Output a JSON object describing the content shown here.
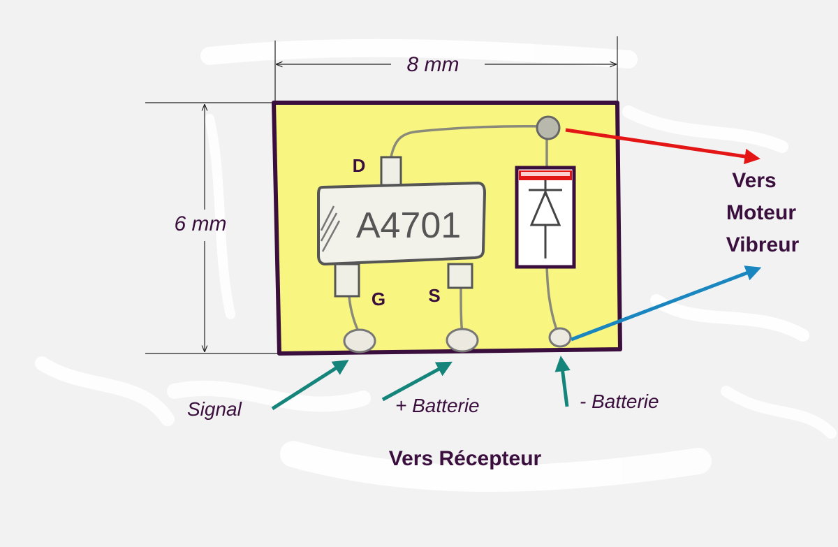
{
  "colors": {
    "board": "#f8f580",
    "outline": "#3a0f3d",
    "text": "#3a0f3d",
    "red_arrow": "#e31515",
    "blue_arrow": "#1a86bf",
    "teal_arrow": "#15857c",
    "background": "#f2f2f2"
  },
  "dimensions": {
    "width_label": "8 mm",
    "height_label": "6 mm"
  },
  "pins": {
    "drain": "D",
    "gate": "G",
    "source": "S"
  },
  "chip": {
    "marking": "A4701"
  },
  "motor_label": {
    "line1": "Vers",
    "line2": "Moteur",
    "line3": "Vibreur"
  },
  "connections": {
    "signal": "Signal",
    "plus_battery": "+ Batterie",
    "minus_battery": "- Batterie"
  },
  "receiver_label": "Vers Récepteur",
  "icons": {
    "diode": "diode-icon",
    "arrow": "arrow-icon"
  }
}
